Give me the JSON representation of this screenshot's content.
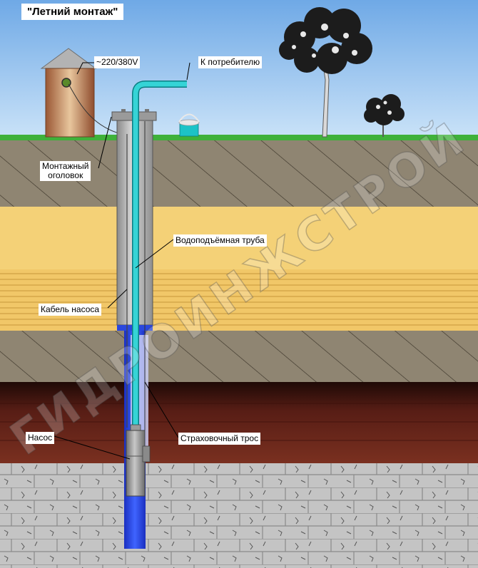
{
  "title": "\"Летний монтаж\"",
  "labels": {
    "voltage": "~220/380V",
    "to_consumer": "К потребителю",
    "wellhead": "Монтажный\nоголовок",
    "riser_pipe": "Водоподъёмная труба",
    "pump_cable": "Кабель насоса",
    "pump": "Насос",
    "safety_rope": "Страховочный трос"
  },
  "watermark": "ГИДРОИНЖСТРОЙ",
  "colors": {
    "sky": "#a8d0f3",
    "grass": "#3fb13a",
    "loam": "#8f8572",
    "sand": "#f4d177",
    "sand_striped": "#f1c768",
    "clay": "#8f8572",
    "dark_clay": "#571d15",
    "limestone": "#c4c4c4",
    "water": "#1f3fd9",
    "riser_pipe": "#22c6c8",
    "casing": "#a9a9a9"
  }
}
